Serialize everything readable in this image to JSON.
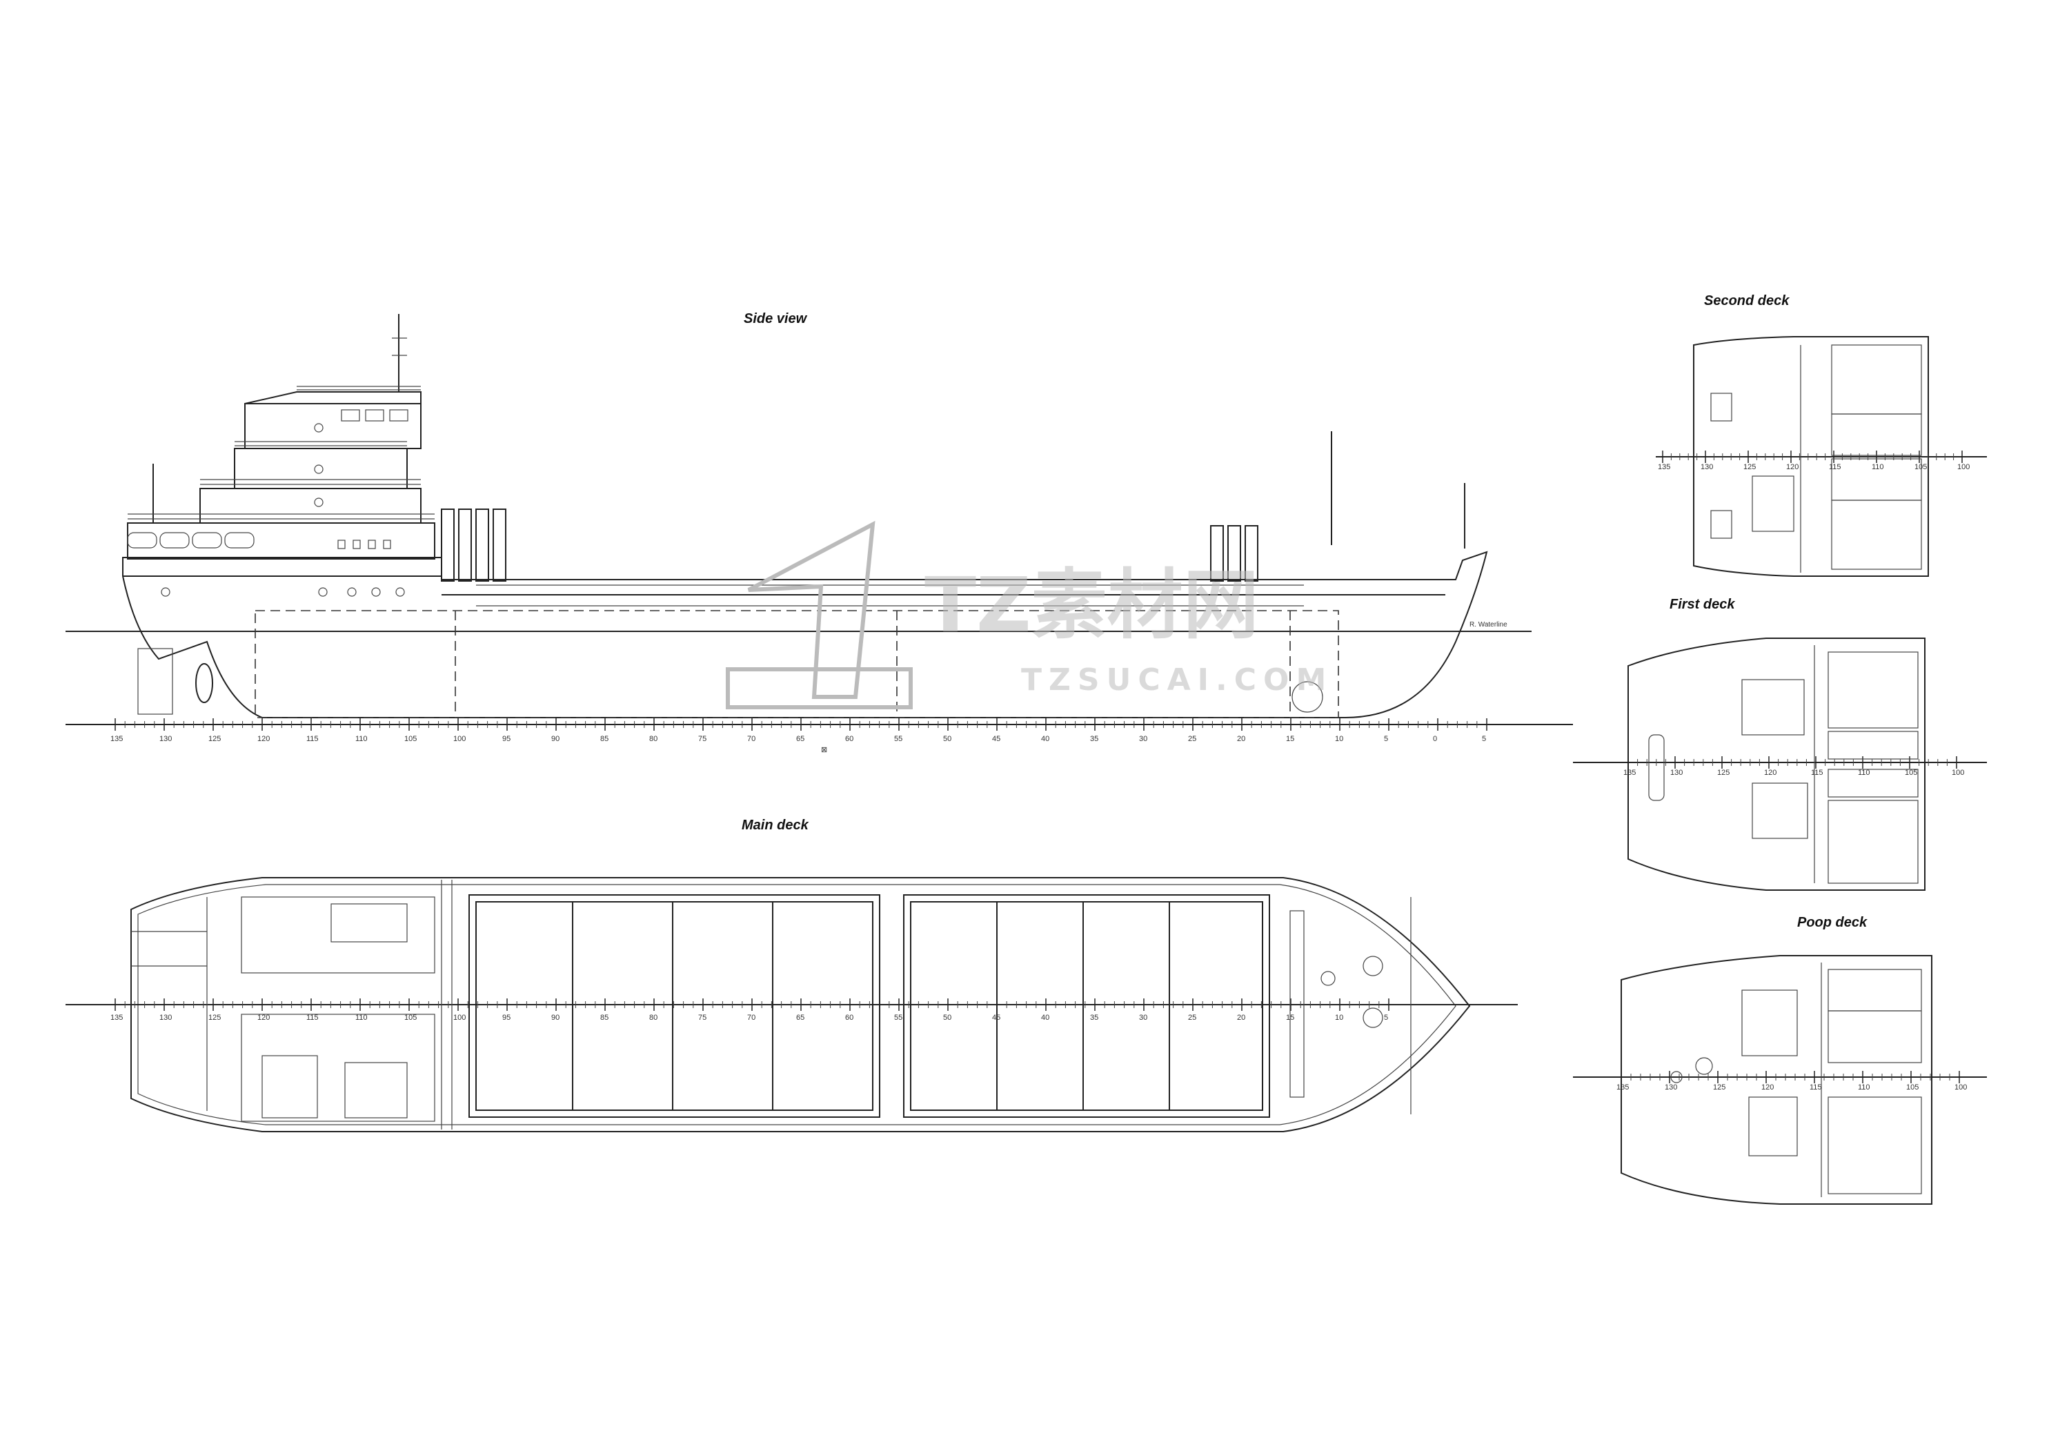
{
  "titles": {
    "side_view": "Side view",
    "main_deck": "Main deck",
    "second_deck": "Second deck",
    "first_deck": "First deck",
    "poop_deck": "Poop deck"
  },
  "labels": {
    "waterline": "R. Waterline",
    "midship": "⊠"
  },
  "frame_scale": {
    "side_view": [
      "135",
      "130",
      "125",
      "120",
      "115",
      "110",
      "105",
      "100",
      "95",
      "90",
      "85",
      "80",
      "75",
      "70",
      "65",
      "60",
      "55",
      "50",
      "45",
      "40",
      "35",
      "30",
      "25",
      "20",
      "15",
      "10",
      "5",
      "0",
      "5"
    ],
    "main_deck": [
      "135",
      "130",
      "125",
      "120",
      "115",
      "110",
      "105",
      "100",
      "95",
      "90",
      "85",
      "80",
      "75",
      "70",
      "65",
      "60",
      "55",
      "50",
      "45",
      "40",
      "35",
      "30",
      "25",
      "20",
      "15",
      "10",
      "5"
    ],
    "deck_plans": [
      "135",
      "130",
      "125",
      "120",
      "115",
      "110",
      "105",
      "100"
    ]
  },
  "watermark": {
    "brand": "TZ素材网",
    "url": "TZSUCAI.COM"
  }
}
